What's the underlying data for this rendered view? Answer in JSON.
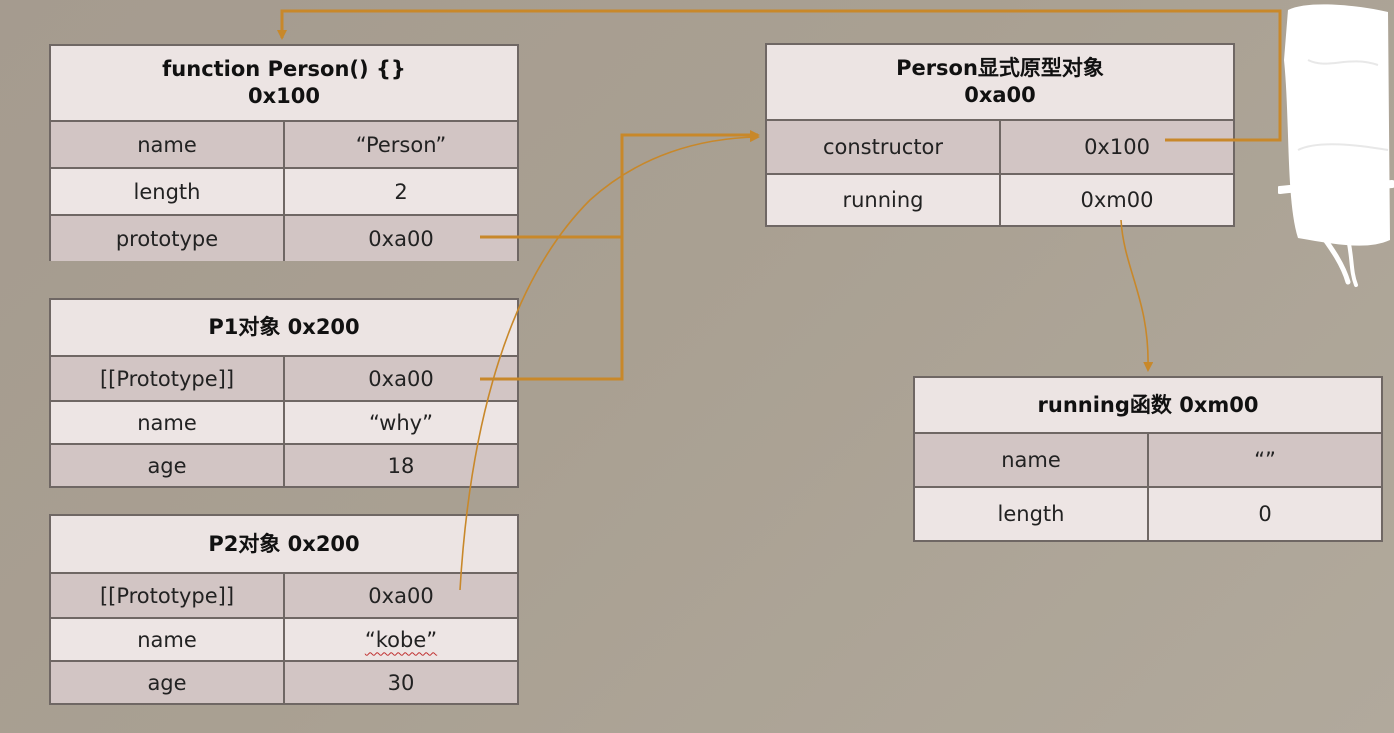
{
  "person_fn": {
    "title": "function Person() {}",
    "address": "0x100",
    "rows": [
      {
        "key": "name",
        "value": "“Person”"
      },
      {
        "key": "length",
        "value": "2"
      },
      {
        "key": "prototype",
        "value": "0xa00"
      }
    ]
  },
  "p1": {
    "title": "P1对象 0x200",
    "rows": [
      {
        "key": "[[Prototype]]",
        "value": "0xa00"
      },
      {
        "key": "name",
        "value": "“why”"
      },
      {
        "key": "age",
        "value": "18"
      }
    ]
  },
  "p2": {
    "title": "P2对象 0x200",
    "rows": [
      {
        "key": "[[Prototype]]",
        "value": "0xa00"
      },
      {
        "key": "name",
        "value": "“kobe”"
      },
      {
        "key": "age",
        "value": "30"
      }
    ]
  },
  "proto": {
    "title": "Person显式原型对象",
    "address": "0xa00",
    "rows": [
      {
        "key": "constructor",
        "value": "0x100"
      },
      {
        "key": "running",
        "value": "0xm00"
      }
    ]
  },
  "running_fn": {
    "title": "running函数 0xm00",
    "rows": [
      {
        "key": "name",
        "value": "“”"
      },
      {
        "key": "length",
        "value": "0"
      }
    ]
  },
  "colors": {
    "arrow": "#c8882a",
    "border": "#6f6764",
    "row_dark": "#d2c5c4",
    "row_light": "#ede5e4"
  }
}
